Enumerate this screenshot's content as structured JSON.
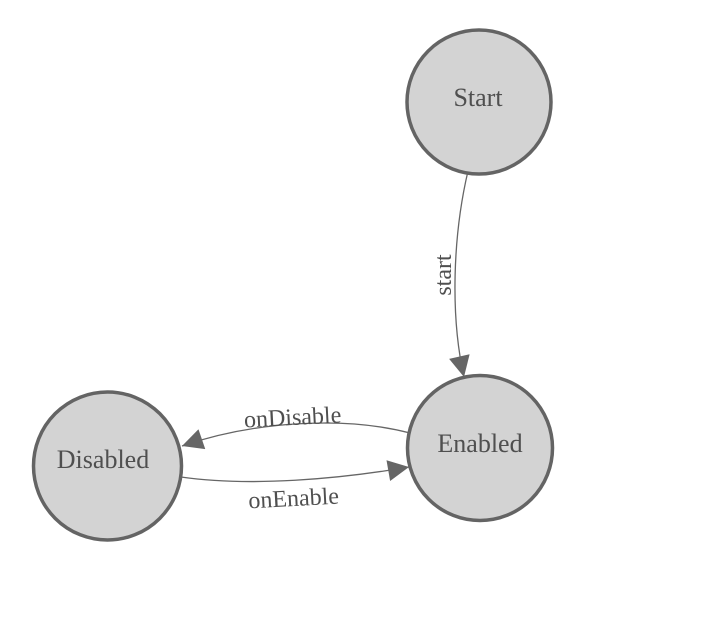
{
  "page": {
    "background": "#ffffff"
  },
  "diagram": {
    "type": "state-machine",
    "colors": {
      "node_fill": "#d3d3d3",
      "node_stroke": "#646464",
      "edge_stroke": "#666666",
      "arrow_fill": "#666666",
      "text": "#4f4f4f"
    },
    "nodes": [
      {
        "id": "Start",
        "label": "Start"
      },
      {
        "id": "Enabled",
        "label": "Enabled"
      },
      {
        "id": "Disabled",
        "label": "Disabled"
      }
    ],
    "edges": [
      {
        "from": "Start",
        "to": "Enabled",
        "label": "start"
      },
      {
        "from": "Enabled",
        "to": "Disabled",
        "label": "onDisable"
      },
      {
        "from": "Disabled",
        "to": "Enabled",
        "label": "onEnable"
      }
    ]
  }
}
